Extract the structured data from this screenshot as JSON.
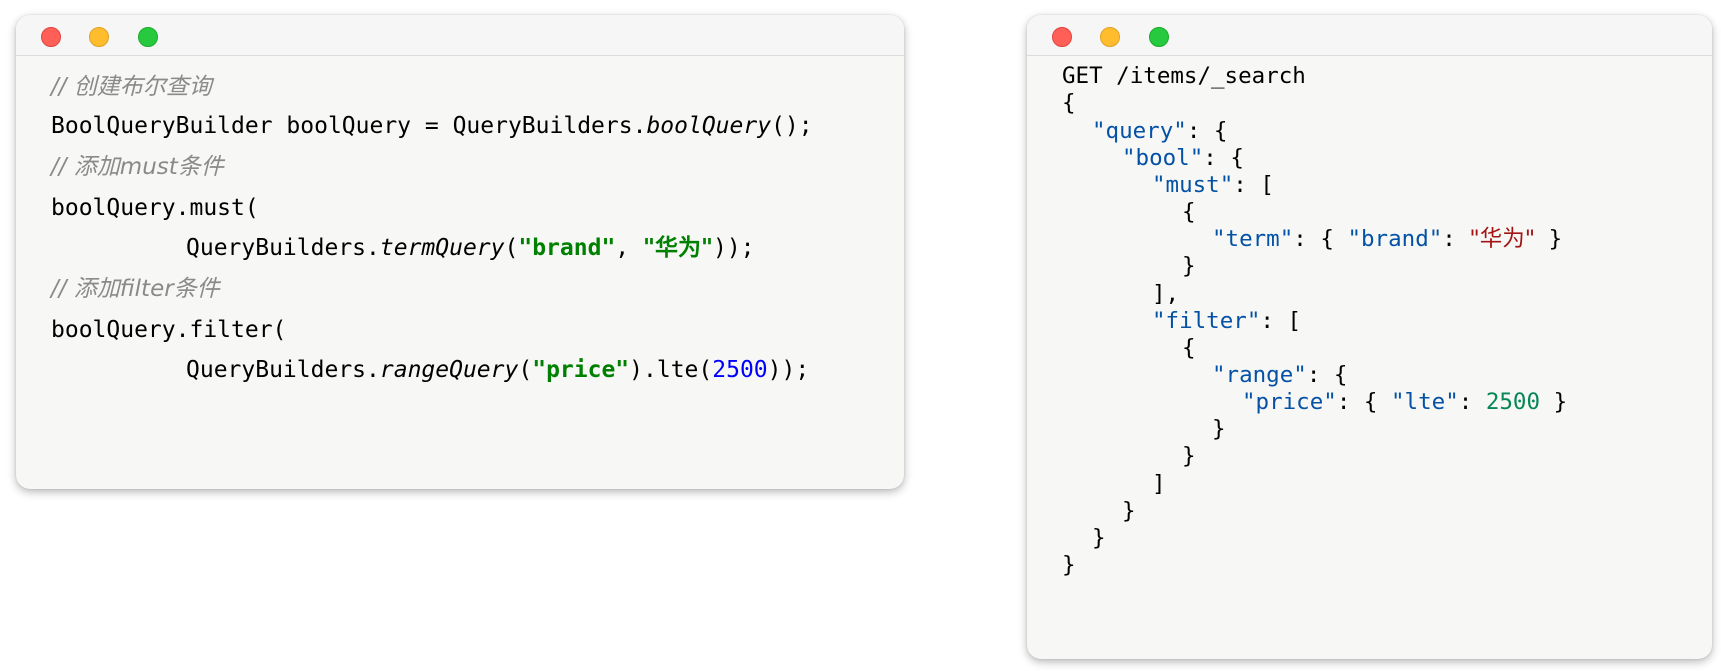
{
  "left_panel": {
    "comment_create": "// 创建布尔查询",
    "line_bool_query": {
      "p1": "BoolQueryBuilder boolQuery = QueryBuilders.",
      "method": "boolQuery",
      "p2": "();"
    },
    "comment_must": "// 添加must条件",
    "line_must_open": "boolQuery.must(",
    "line_term_query": {
      "p1": "QueryBuilders.",
      "method": "termQuery",
      "p2": "(",
      "arg1": "\"brand\"",
      "sep": ", ",
      "arg2": "\"华为\"",
      "p3": "));"
    },
    "comment_filter": "// 添加filter条件",
    "line_filter_open": "boolQuery.filter(",
    "line_range_query": {
      "p1": "QueryBuilders.",
      "method": "rangeQuery",
      "p2": "(",
      "arg1": "\"price\"",
      "p3": ").lte(",
      "num": "2500",
      "p4": "));"
    }
  },
  "right_panel": {
    "request_line": "GET /items/_search",
    "open_brace": "{",
    "query_key": "\"query\"",
    "bool_key": "\"bool\"",
    "must_key": "\"must\"",
    "term_key": "\"term\"",
    "brand_key": "\"brand\"",
    "brand_value": "\"华为\"",
    "filter_key": "\"filter\"",
    "range_key": "\"range\"",
    "price_key": "\"price\"",
    "lte_key": "\"lte\"",
    "lte_value": "2500",
    "colon_brace": ": {",
    "colon_bracket": ": [",
    "colon": ": ",
    "brace_open": "{",
    "brace_close": "}",
    "bracket_close_comma": "],",
    "bracket_close": "]",
    "inline_open": "{ ",
    "inline_close": " }"
  }
}
